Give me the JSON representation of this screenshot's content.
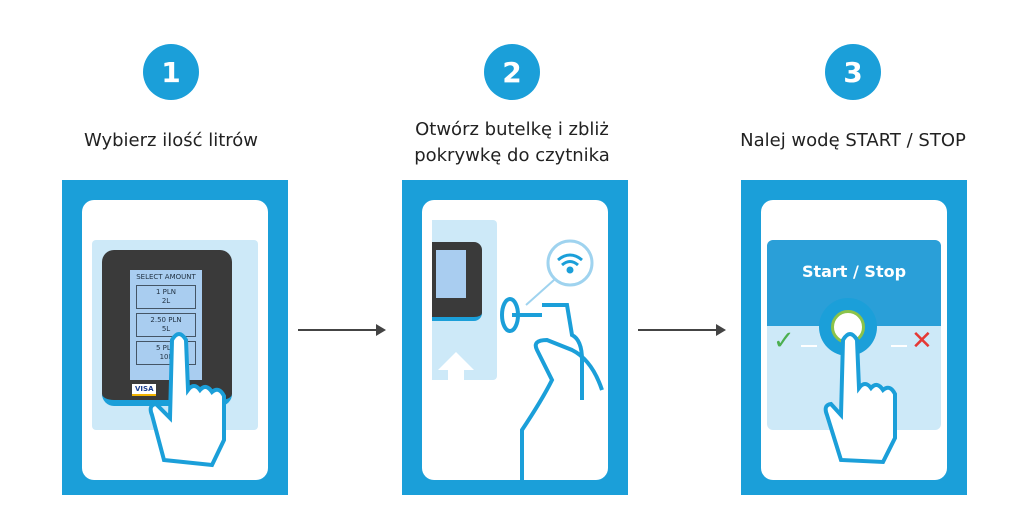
{
  "steps": [
    {
      "number": "1",
      "title": "Wybierz ilość litrów",
      "screen": {
        "header": "SELECT AMOUNT",
        "options": [
          [
            "1 PLN",
            "2L"
          ],
          [
            "2.50 PLN",
            "5L"
          ],
          [
            "5 PLN",
            "10L"
          ]
        ],
        "card_logo": "VISA"
      }
    },
    {
      "number": "2",
      "title_line1": "Otwórz butelkę i zbliż",
      "title_line2": "pokrywkę do czytnika"
    },
    {
      "number": "3",
      "title": "Nalej wodę START / STOP",
      "button_label": "Start / Stop"
    }
  ],
  "colors": {
    "accent": "#1b9fd9",
    "light": "#cde9f8",
    "check": "#4caf50",
    "cross": "#e53935"
  }
}
